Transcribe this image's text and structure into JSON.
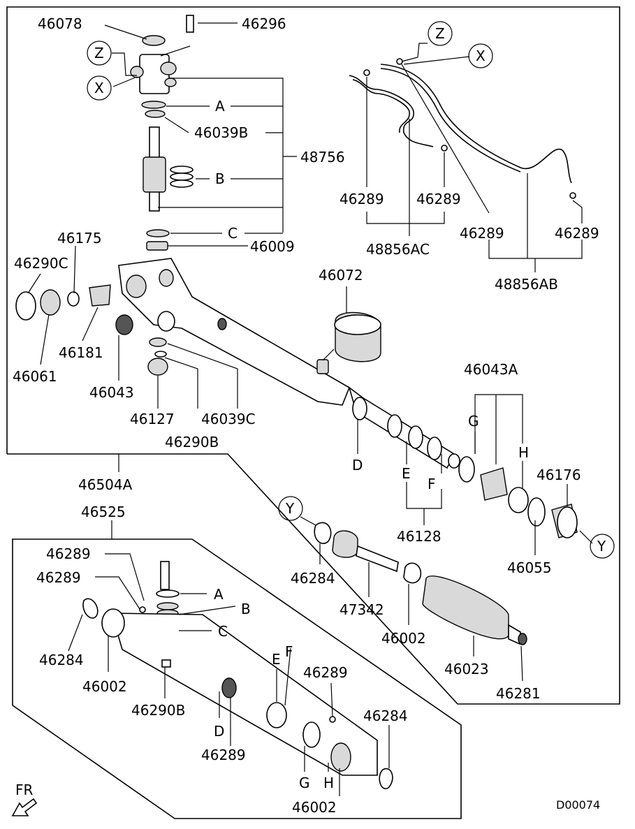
{
  "labels": {
    "p46078": "46078",
    "p46296": "46296",
    "z_top_left": "Z",
    "x_top_left": "X",
    "a_top": "A",
    "p46039b": "46039B",
    "p48756": "48756",
    "b_top": "B",
    "c_top": "C",
    "p46009": "46009",
    "z_top_right": "Z",
    "x_top_right": "X",
    "p46289_a": "46289",
    "p46289_b": "46289",
    "p46289_c": "46289",
    "p46289_d": "46289",
    "p48856ac": "48856AC",
    "p48856ab": "48856AB",
    "p46175": "46175",
    "p46290c": "46290C",
    "p46072": "46072",
    "p46061": "46061",
    "p46181": "46181",
    "p46043": "46043",
    "p46127": "46127",
    "p46039c": "46039C",
    "p46290b": "46290B",
    "p46043a": "46043A",
    "g_main": "G",
    "h_main": "H",
    "d_main": "D",
    "e_main": "E",
    "f_main": "F",
    "p46176": "46176",
    "p46128": "46128",
    "p46504a": "46504A",
    "y_left": "Y",
    "y_right": "Y",
    "p46055": "46055",
    "p46525": "46525",
    "p46284_main": "46284",
    "p47342": "47342",
    "p46002_main": "46002",
    "p46023": "46023",
    "p46281": "46281",
    "inset_46289_a": "46289",
    "inset_46289_b": "46289",
    "inset_a": "A",
    "inset_b": "B",
    "inset_c": "C",
    "inset_46284_left": "46284",
    "inset_46002_left": "46002",
    "inset_46290b": "46290B",
    "inset_f": "F",
    "inset_e": "E",
    "inset_d": "D",
    "inset_46289_c": "46289",
    "inset_46289_d": "46289",
    "inset_46284_right": "46284",
    "inset_g": "G",
    "inset_h": "H",
    "inset_46002_bottom": "46002",
    "fr": "FR",
    "code": "D00074"
  }
}
